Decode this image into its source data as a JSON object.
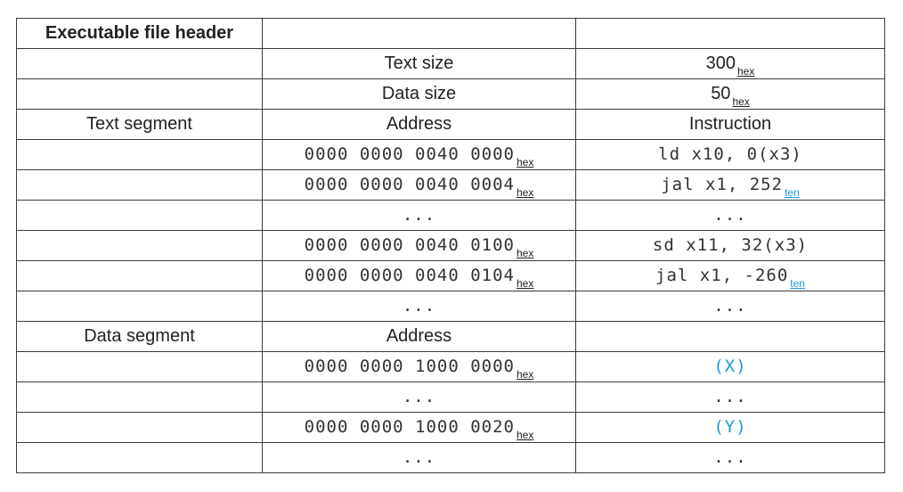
{
  "header": {
    "title": "Executable file header",
    "text_size_label": "Text size",
    "text_size_value": "300",
    "text_size_unit": "hex",
    "data_size_label": "Data size",
    "data_size_value": "50",
    "data_size_unit": "hex"
  },
  "text_segment": {
    "label": "Text segment",
    "address_header": "Address",
    "instruction_header": "Instruction",
    "rows": [
      {
        "address": "0000 0000 0040 0000",
        "address_unit": "hex",
        "instruction": "ld x10, 0(x3)",
        "instruction_unit": ""
      },
      {
        "address": "0000 0000 0040 0004",
        "address_unit": "hex",
        "instruction": "jal x1, 252",
        "instruction_unit": "ten"
      },
      {
        "address": "...",
        "address_unit": "",
        "instruction": "...",
        "instruction_unit": ""
      },
      {
        "address": "0000 0000 0040 0100",
        "address_unit": "hex",
        "instruction": "sd x11, 32(x3)",
        "instruction_unit": ""
      },
      {
        "address": "0000 0000 0040 0104",
        "address_unit": "hex",
        "instruction": "jal x1, -260",
        "instruction_unit": "ten"
      },
      {
        "address": "...",
        "address_unit": "",
        "instruction": "...",
        "instruction_unit": ""
      }
    ]
  },
  "data_segment": {
    "label": "Data segment",
    "address_header": "Address",
    "rows": [
      {
        "address": "0000 0000 1000 0000",
        "address_unit": "hex",
        "value": "(X)"
      },
      {
        "address": "...",
        "address_unit": "",
        "value": "..."
      },
      {
        "address": "0000 0000 1000 0020",
        "address_unit": "hex",
        "value": "(Y)"
      },
      {
        "address": "...",
        "address_unit": "",
        "value": "..."
      }
    ]
  },
  "colors": {
    "accent": "#1a9bd7",
    "border": "#3c3c3c",
    "text": "#222222"
  }
}
